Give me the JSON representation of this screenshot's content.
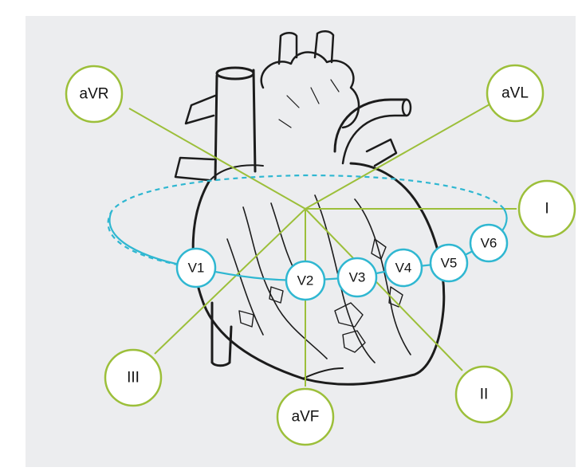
{
  "limb_leads": [
    {
      "id": "aVR",
      "label": "aVR"
    },
    {
      "id": "aVL",
      "label": "aVL"
    },
    {
      "id": "I",
      "label": "I"
    },
    {
      "id": "II",
      "label": "II"
    },
    {
      "id": "III",
      "label": "III"
    },
    {
      "id": "aVF",
      "label": "aVF"
    }
  ],
  "precordial_leads": [
    {
      "id": "V1",
      "label": "V1"
    },
    {
      "id": "V2",
      "label": "V2"
    },
    {
      "id": "V3",
      "label": "V3"
    },
    {
      "id": "V4",
      "label": "V4"
    },
    {
      "id": "V5",
      "label": "V5"
    },
    {
      "id": "V6",
      "label": "V6"
    }
  ],
  "colors": {
    "limb_lead": "#9cbf3a",
    "precordial_lead": "#2fb7d1",
    "outline": "#1c1c1c",
    "background": "#ecedef"
  },
  "icons": [
    "heart-illustration"
  ]
}
